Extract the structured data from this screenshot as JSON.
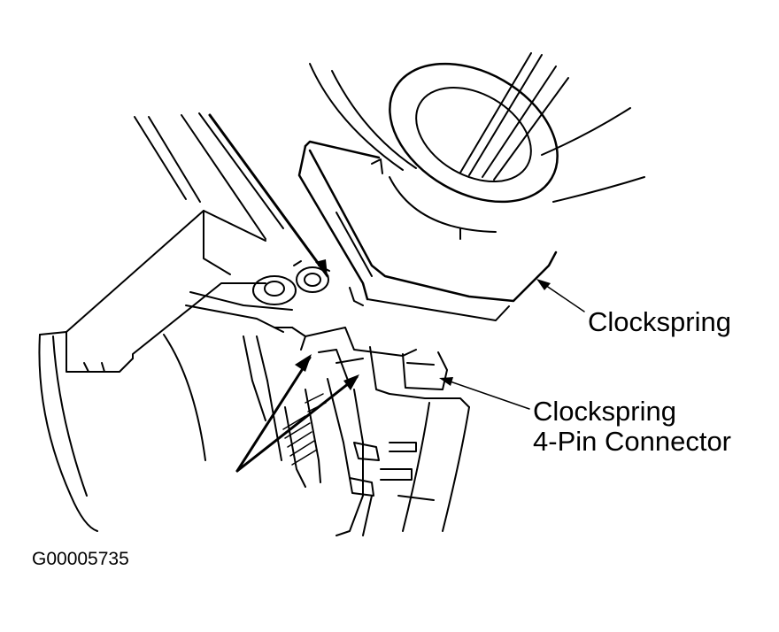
{
  "labels": {
    "clockspring": "Clockspring",
    "connector_line1": "Clockspring",
    "connector_line2": "4-Pin Connector"
  },
  "figure_id": "G00005735",
  "colors": {
    "ink": "#000000",
    "paper": "#ffffff"
  }
}
